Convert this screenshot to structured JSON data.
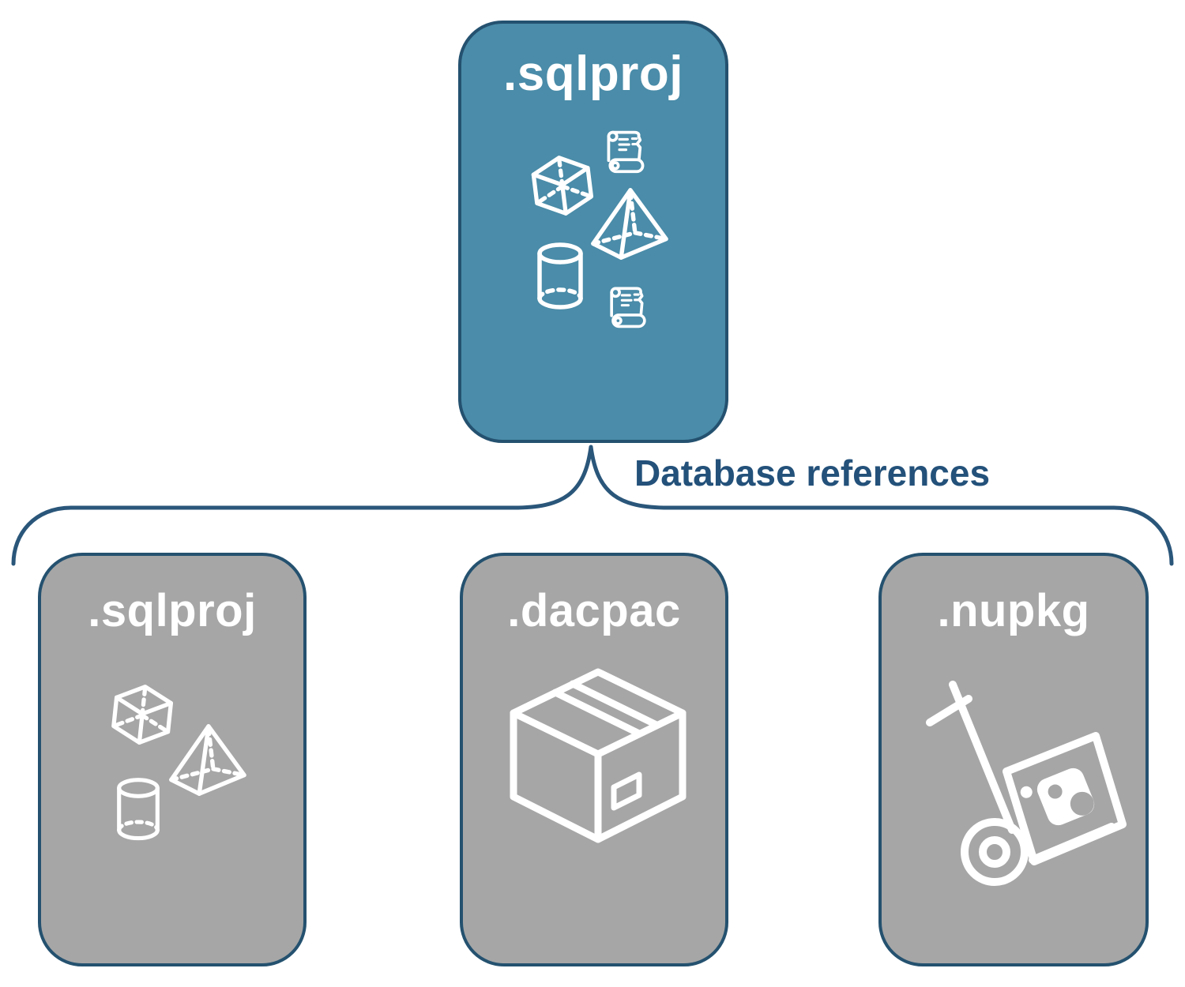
{
  "diagram": {
    "root_node": {
      "label": ".sqlproj",
      "icons": [
        "scroll-icon",
        "cube-icon",
        "pyramid-icon",
        "cylinder-icon",
        "scroll-icon"
      ]
    },
    "connector": {
      "label": "Database references"
    },
    "child_nodes": [
      {
        "label": ".sqlproj",
        "icons": [
          "cube-icon",
          "pyramid-icon",
          "cylinder-icon"
        ]
      },
      {
        "label": ".dacpac",
        "icons": [
          "package-box-icon"
        ]
      },
      {
        "label": ".nupkg",
        "icons": [
          "hand-truck-nuget-icon"
        ]
      }
    ]
  },
  "colors": {
    "background": "#FFFFFF",
    "accent_fill": "#4A8CA9",
    "gray_fill": "#A6A6A6",
    "node_border": "#24516F",
    "connector": "#2A567A",
    "label_text": "#23517A",
    "icon": "#FFFFFF"
  }
}
